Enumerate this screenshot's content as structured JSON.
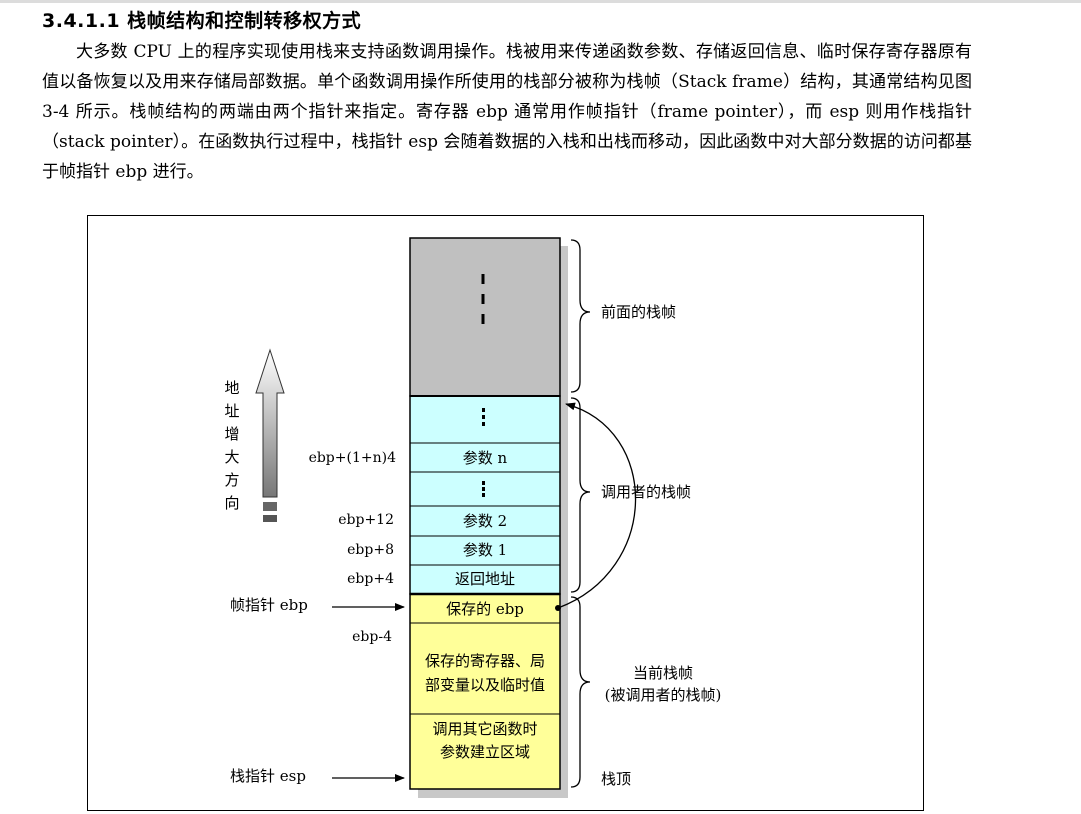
{
  "section": {
    "heading": "3.4.1.1 栈帧结构和控制转移权方式",
    "paragraph": "大多数 CPU 上的程序实现使用栈来支持函数调用操作。栈被用来传递函数参数、存储返回信息、临时保存寄存器原有值以备恢复以及用来存储局部数据。单个函数调用操作所使用的栈部分被称为栈帧（Stack frame）结构，其通常结构见图 3-4 所示。栈帧结构的两端由两个指针来指定。寄存器 ebp 通常用作帧指针（frame pointer），而 esp 则用作栈指针（stack pointer）。在函数执行过程中，栈指针 esp 会随着数据的入栈和出栈而移动，因此函数中对大部分数据的访问都基于帧指针 ebp 进行。"
  },
  "diagram": {
    "addr_direction": [
      "地",
      "址",
      "增",
      "大",
      "方",
      "向"
    ],
    "cells": {
      "param_n": "参数 n",
      "param_2": "参数 2",
      "param_1": "参数 1",
      "return_addr": "返回地址",
      "saved_ebp": "保存的 ebp",
      "saved_regs_1": "保存的寄存器、局",
      "saved_regs_2": "部变量以及临时值",
      "call_args_1": "调用其它函数时",
      "call_args_2": "参数建立区域"
    },
    "offsets": {
      "param_n": "ebp+(1+n)4",
      "param_2": "ebp+12",
      "param_1": "ebp+8",
      "return_addr": "ebp+4",
      "minus4": "ebp-4"
    },
    "pointers": {
      "frame_pointer": "帧指针 ebp",
      "stack_pointer": "栈指针 esp"
    },
    "braces": {
      "previous": "前面的栈帧",
      "caller": "调用者的栈帧",
      "current_1": "当前栈帧",
      "current_2": "(被调用者的栈帧)",
      "stack_top": "栈顶"
    },
    "colors": {
      "previous_frame": "#c0c0c0",
      "caller_frame": "#ccffff",
      "current_frame": "#ffff99",
      "shadow": "#c8c8c8"
    }
  }
}
